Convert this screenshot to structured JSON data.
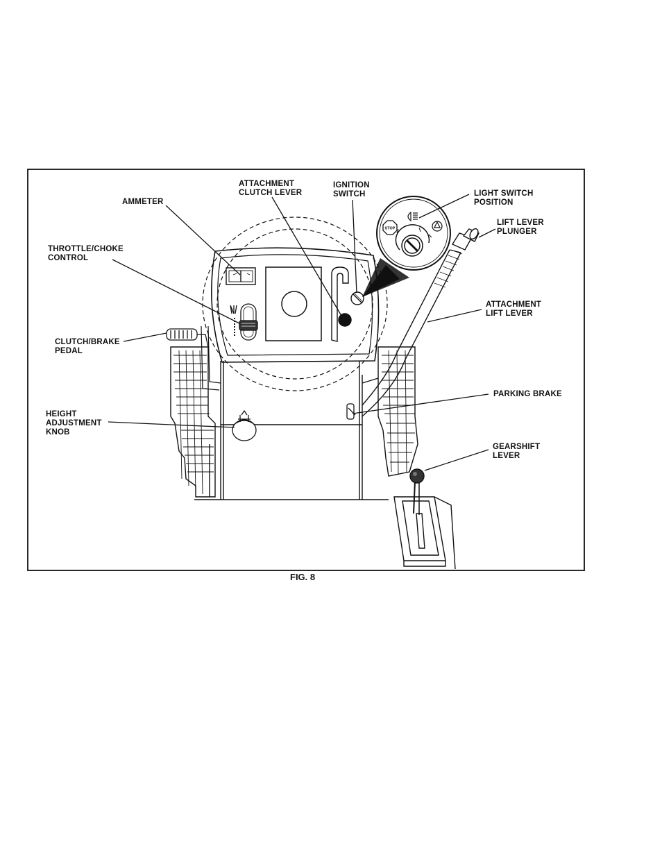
{
  "labels": {
    "ammeter": [
      "AMMETER"
    ],
    "attachment_clutch_lever": [
      "ATTACHMENT",
      "CLUTCH LEVER"
    ],
    "ignition_switch": [
      "IGNITION",
      "SWITCH"
    ],
    "light_switch_position": [
      "LIGHT SWITCH",
      "POSITION"
    ],
    "lift_lever_plunger": [
      "LIFT LEVER",
      "PLUNGER"
    ],
    "throttle_choke_control": [
      "THROTTLE/CHOKE",
      "CONTROL"
    ],
    "attachment_lift_lever": [
      "ATTACHMENT",
      "LIFT LEVER"
    ],
    "clutch_brake_pedal": [
      "CLUTCH/BRAKE",
      "PEDAL"
    ],
    "parking_brake": [
      "PARKING BRAKE"
    ],
    "height_adjustment_knob": [
      "HEIGHT",
      "ADJUSTMENT",
      "KNOB"
    ],
    "gearshift_lever": [
      "GEARSHIFT",
      "LEVER"
    ]
  },
  "ignition_inset": {
    "stop_symbol": "STOP"
  },
  "caption": "FIG. 8"
}
